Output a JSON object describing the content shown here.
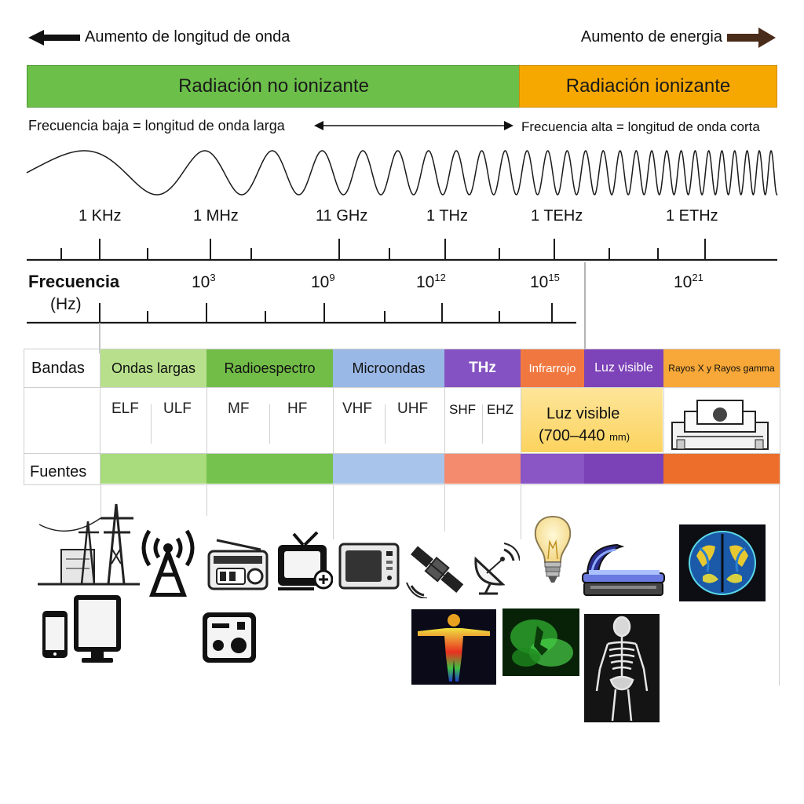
{
  "header": {
    "left_arrow_label": "Aumento de longitud de onda",
    "right_arrow_label": "Aumento de energia"
  },
  "radiation_bar": {
    "non_ionizing": "Radiación no ionizante",
    "ionizing": "Radiación ionizante",
    "non_ionizing_color": "#6cc04a",
    "ionizing_color": "#f7a800"
  },
  "wave_caption": {
    "low": "Frecuencia baja = longitud de onda larga",
    "high": "Frecuencia alta = longitud de onda corta"
  },
  "frequency_labels": [
    "1 KHz",
    "1 MHz",
    "11 GHz",
    "1 THz",
    "1 TEHz",
    "1 ETHz"
  ],
  "frequency_axis": {
    "label_line1": "Frecuencia",
    "label_line2": "(Hz)",
    "exponents": [
      {
        "base": "10",
        "exp": "3"
      },
      {
        "base": "10",
        "exp": "9"
      },
      {
        "base": "10",
        "exp": "12"
      },
      {
        "base": "10",
        "exp": "15"
      },
      {
        "base": "10",
        "exp": "21"
      }
    ]
  },
  "table": {
    "bands_header": "Bandas",
    "sources_header": "Fuentes",
    "bands": [
      {
        "label": "Ondas largas",
        "color": "#b8e08c"
      },
      {
        "label": "Radioespectro",
        "color": "#72bd48"
      },
      {
        "label": "Microondas",
        "color": "#9ab8e6"
      },
      {
        "label": "THz",
        "color": "#8452c2"
      },
      {
        "label": "Infrarrojo",
        "color": "#f07840"
      },
      {
        "label": "Luz visible",
        "color": "#7d43b8"
      },
      {
        "label": "Rayos X y Rayos gamma",
        "color": "#f7a838"
      }
    ],
    "sub_bands": [
      "ELF",
      "ULF",
      "MF",
      "HF",
      "VHF",
      "UHF",
      "SHF",
      "EHZ"
    ],
    "visible_light": {
      "title": "Luz visible",
      "range": "(700–440",
      "unit": "mm)"
    },
    "source_colors": [
      "#a8dc7c",
      "#76c24e",
      "#a8c4ea",
      "#f48a6e",
      "#8a56c6",
      "#7a42b6",
      "#ec6e2a"
    ]
  },
  "sources_icons": [
    "power-line-icon",
    "radio-tower-icon",
    "radio-icon",
    "television-icon",
    "microwave-oven-icon",
    "satellite-icon",
    "satellite-dish-icon",
    "light-bulb-icon",
    "tanning-bed-icon",
    "brain-scan-image",
    "mobile-phone-icon",
    "computer-monitor-icon",
    "speaker-device-icon",
    "thermal-body-image",
    "night-vision-image",
    "skeleton-xray-image"
  ]
}
